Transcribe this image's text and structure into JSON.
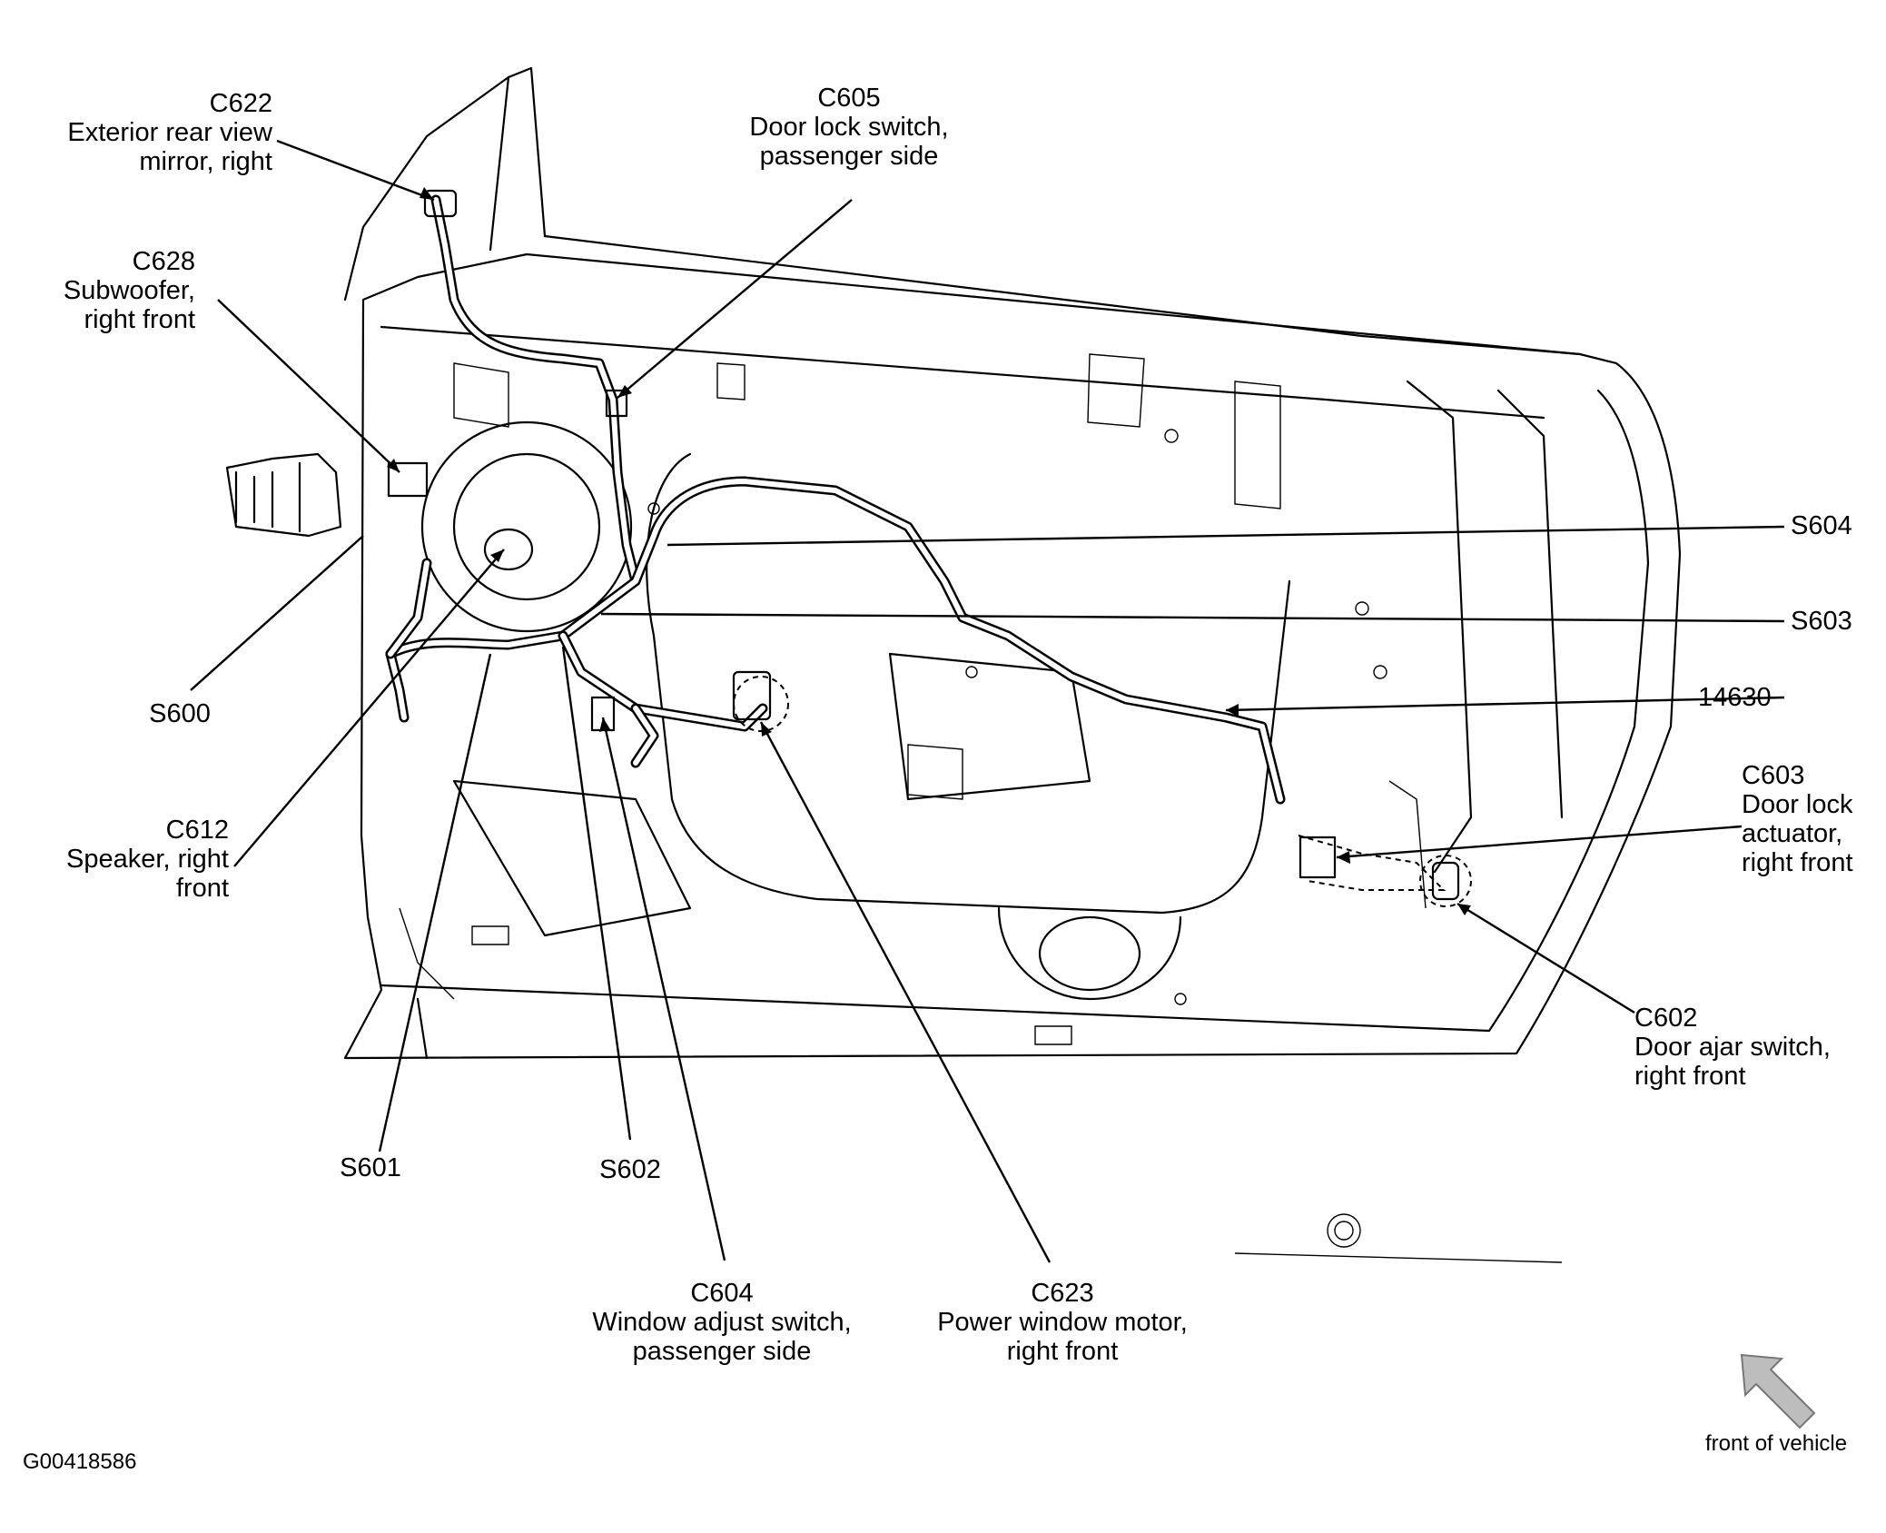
{
  "figure_id": "G00418586",
  "labels": {
    "c622": {
      "code": "C622",
      "line1": "Exterior rear view",
      "line2": "mirror, right"
    },
    "c605": {
      "code": "C605",
      "line1": "Door lock switch,",
      "line2": "passenger side"
    },
    "c628": {
      "code": "C628",
      "line1": "Subwoofer,",
      "line2": "right front"
    },
    "s604": {
      "code": "S604"
    },
    "s603": {
      "code": "S603"
    },
    "s600": {
      "code": "S600"
    },
    "harness": {
      "code": "14630"
    },
    "c603": {
      "code": "C603",
      "line1": "Door lock",
      "line2": "actuator,",
      "line3": "right front"
    },
    "c612": {
      "code": "C612",
      "line1": "Speaker, right",
      "line2": "front"
    },
    "c602": {
      "code": "C602",
      "line1": "Door ajar switch,",
      "line2": "right front"
    },
    "s601": {
      "code": "S601"
    },
    "s602": {
      "code": "S602"
    },
    "c604": {
      "code": "C604",
      "line1": "Window adjust switch,",
      "line2": "passenger side"
    },
    "c623": {
      "code": "C623",
      "line1": "Power window motor,",
      "line2": "right front"
    }
  },
  "orientation": {
    "text": "front of vehicle",
    "icon": "arrow-up-left-icon"
  }
}
